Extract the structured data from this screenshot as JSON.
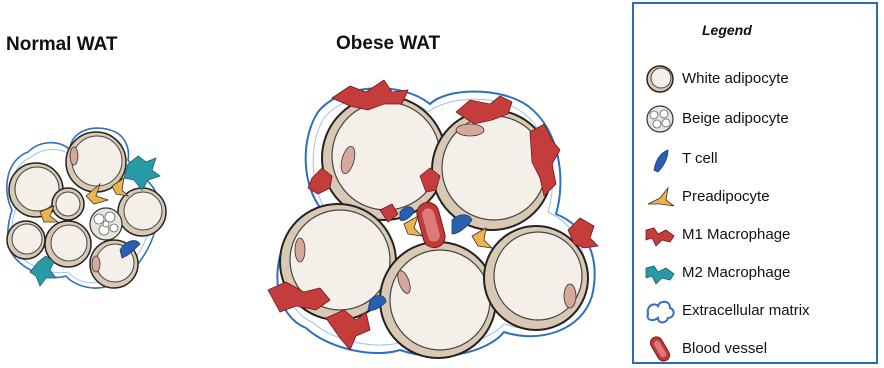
{
  "titles": {
    "normal": "Normal WAT",
    "obese": "Obese WAT"
  },
  "legend": {
    "title": "Legend",
    "items": [
      {
        "label": "White adipocyte",
        "icon": "white-adipocyte-icon"
      },
      {
        "label": "Beige adipocyte",
        "icon": "beige-adipocyte-icon"
      },
      {
        "label": "T cell",
        "icon": "t-cell-icon"
      },
      {
        "label": "Preadipocyte",
        "icon": "preadipocyte-icon"
      },
      {
        "label": "M1 Macrophage",
        "icon": "m1-macrophage-icon"
      },
      {
        "label": "M2 Macrophage",
        "icon": "m2-macrophage-icon"
      },
      {
        "label": "Extracellular matrix",
        "icon": "extracellular-matrix-icon"
      },
      {
        "label": "Blood vessel",
        "icon": "blood-vessel-icon"
      }
    ]
  },
  "colors": {
    "adipocyte_fill": "#f4efe8",
    "adipocyte_rim": "#d9c8b4",
    "nucleus": "#d6a89a",
    "ecm_blue": "#2f6fc0",
    "t_cell": "#2a5fb0",
    "preadipocyte": "#f0b24a",
    "m1_macrophage": "#c43c3c",
    "m2_macrophage": "#2a9aa8",
    "blood_vessel": "#c03a3a",
    "legend_border": "#2e6db4"
  }
}
